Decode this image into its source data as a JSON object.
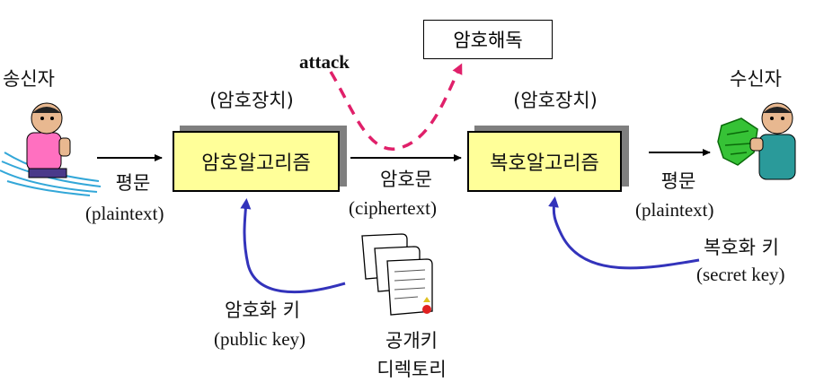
{
  "sender": {
    "label": "송신자"
  },
  "receiver": {
    "label": "수신자"
  },
  "encrypt": {
    "device_label": "(암호장치)",
    "algorithm": "암호알고리즘",
    "key_label": "암호화 키",
    "key_label_en": "(public key)"
  },
  "decrypt": {
    "device_label": "(암호장치)",
    "algorithm": "복호알고리즘",
    "key_label": "복호화 키",
    "key_label_en": "(secret key)"
  },
  "plaintext_in": {
    "ko": "평문",
    "en": "(plaintext)"
  },
  "plaintext_out": {
    "ko": "평문",
    "en": "(plaintext)"
  },
  "ciphertext": {
    "ko": "암호문",
    "en": "(ciphertext)"
  },
  "attack": {
    "label": "attack",
    "target": "암호해독"
  },
  "directory": {
    "line1": "공개키",
    "line2": "디렉토리"
  },
  "colors": {
    "box_fill": "#ffff99",
    "key_arrow": "#3333bb",
    "attack_arrow": "#e0206a",
    "shadow": "#7f7f7f"
  },
  "icons": [
    "sender-person-icon",
    "receiver-person-icon",
    "scroll-directory-icon"
  ]
}
